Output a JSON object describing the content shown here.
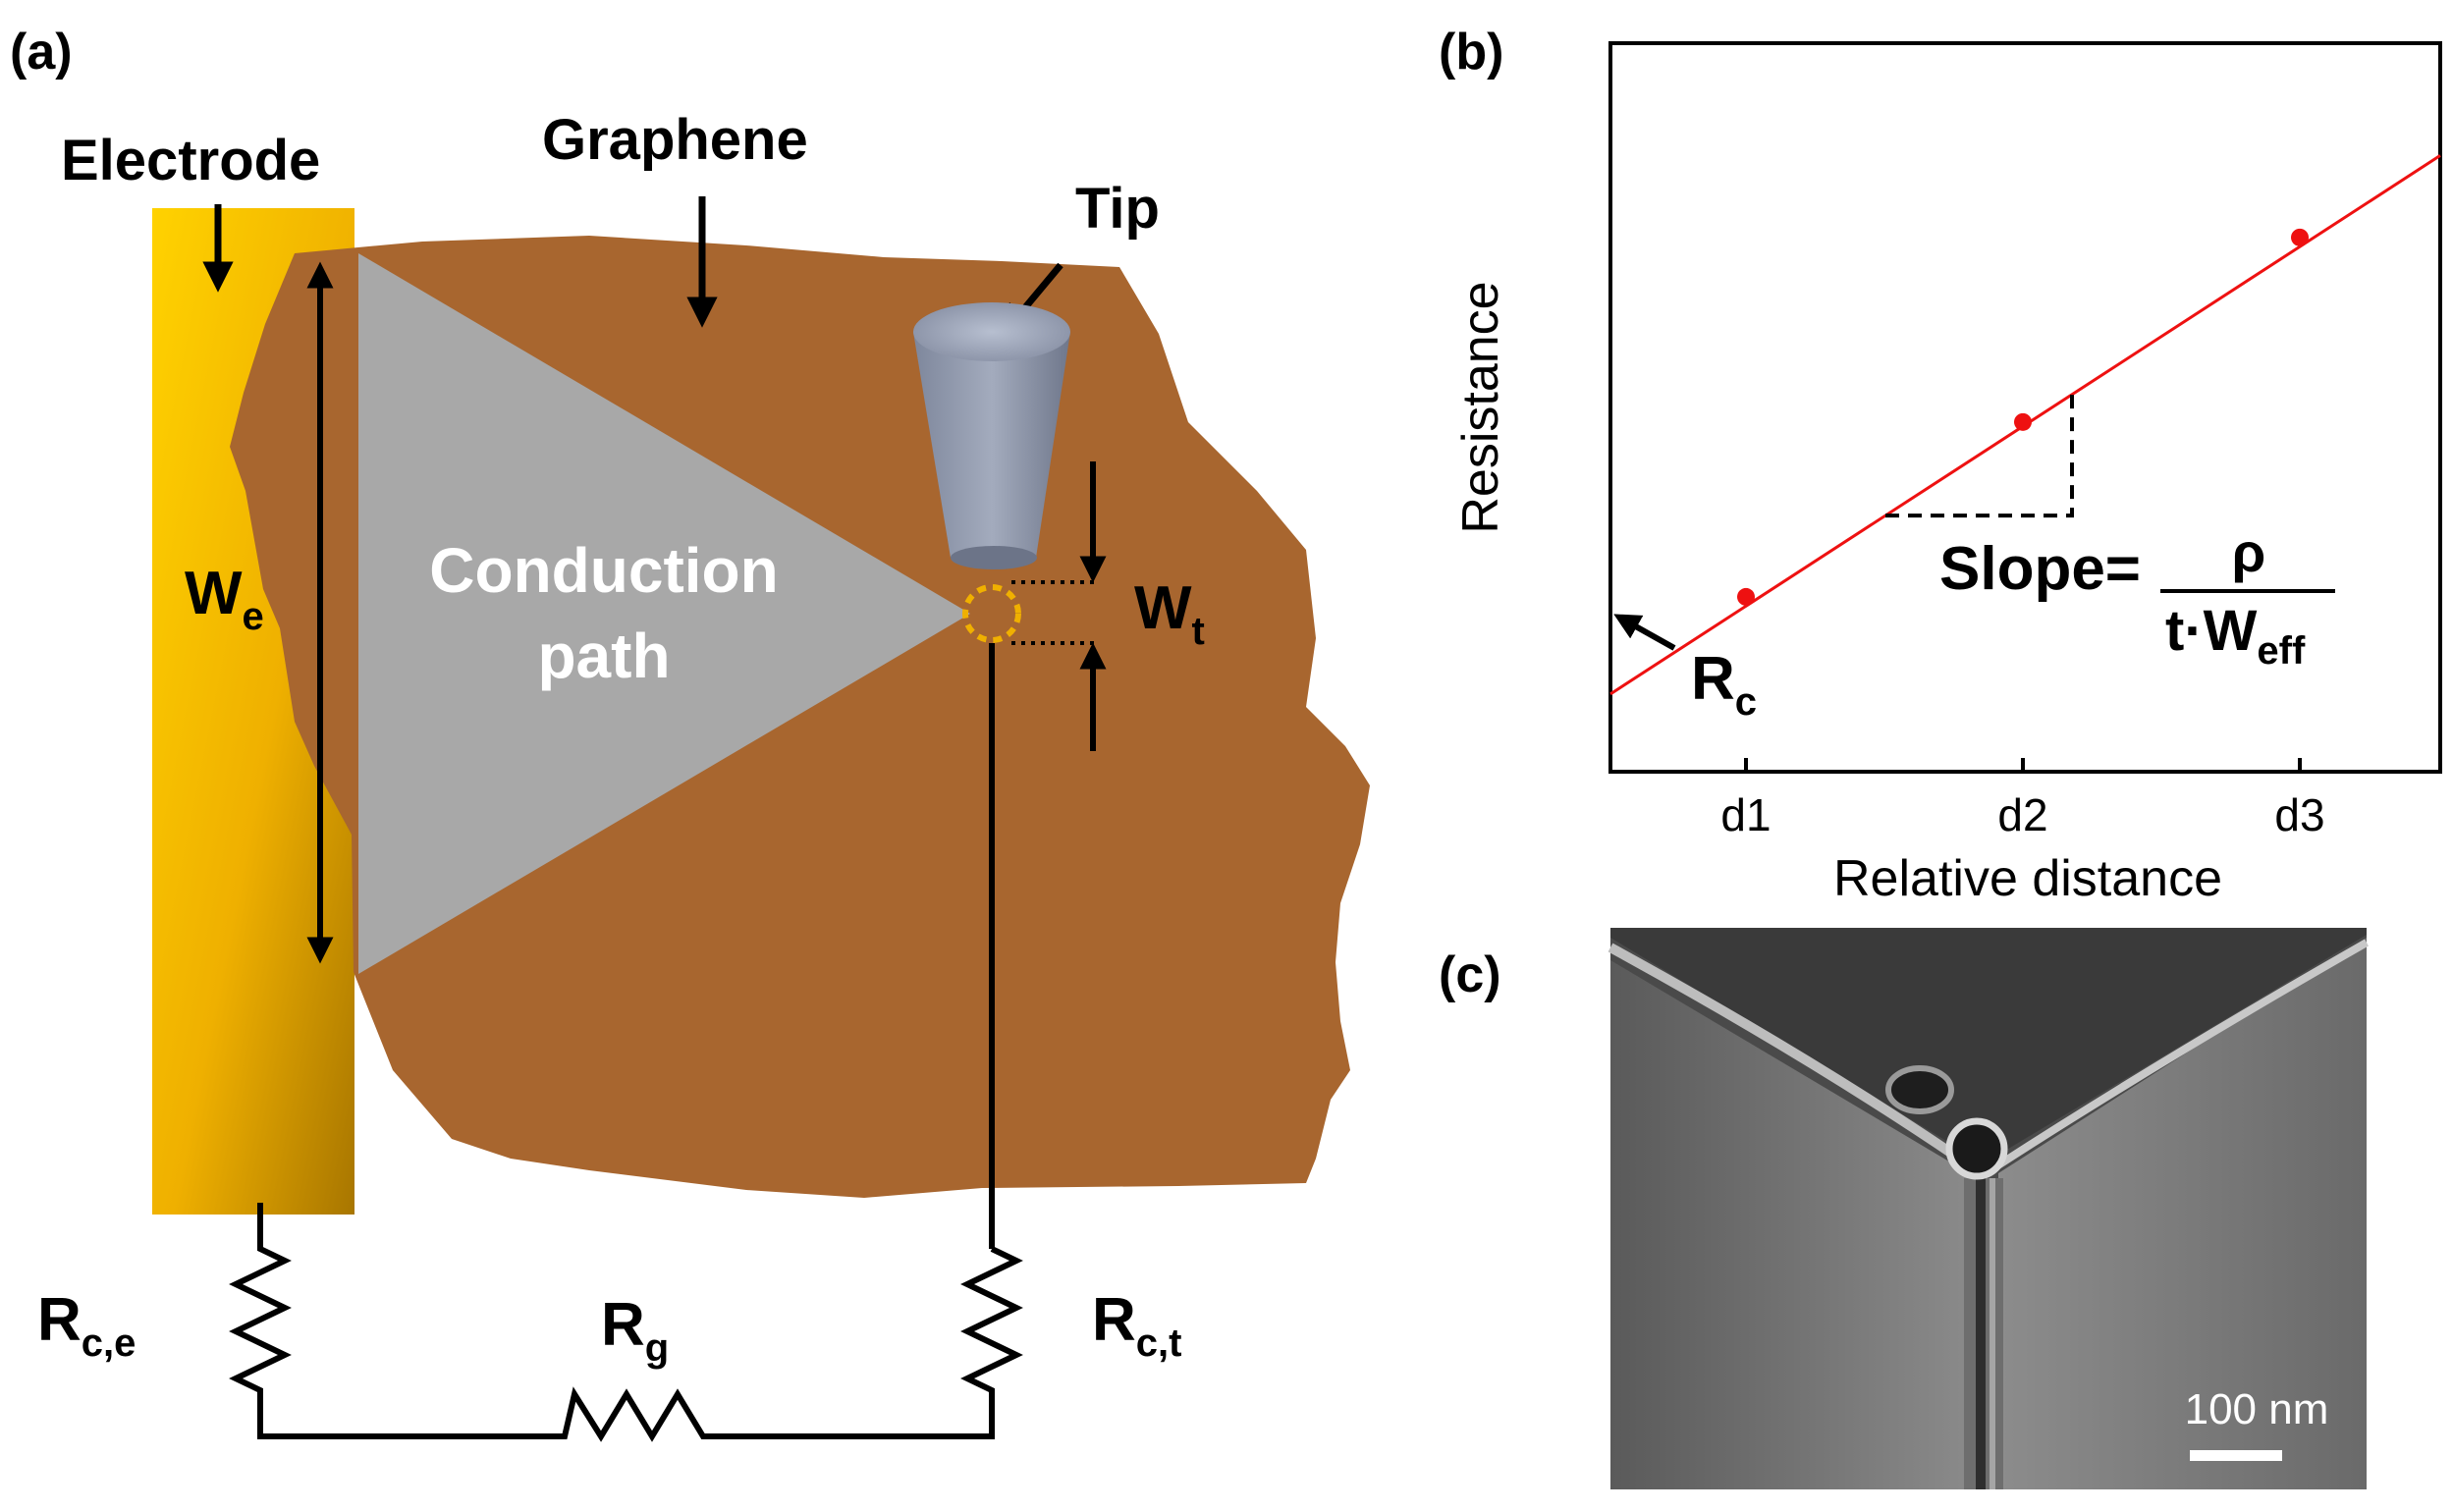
{
  "panel_a": {
    "label": "(a)",
    "electrode_label": "Electrode",
    "graphene_label": "Graphene",
    "tip_label": "Tip",
    "conduction_line1": "Conduction",
    "conduction_line2": "path",
    "we_main": "W",
    "we_sub": "e",
    "wt_main": "W",
    "wt_sub": "t",
    "rce_main": "R",
    "rce_sub": "c,e",
    "rg_main": "R",
    "rg_sub": "g",
    "rct_main": "R",
    "rct_sub": "c,t",
    "colors": {
      "electrode": "#F2B600",
      "graphene": "#A8662F",
      "conduction": "#A8A8A8",
      "tip": "#8A93A8",
      "contact_ring": "#F0B000"
    }
  },
  "panel_b": {
    "label": "(b)",
    "chart_data": {
      "type": "scatter",
      "xlabel": "Relative distance",
      "ylabel": "Resistance",
      "categories": [
        "d1",
        "d2",
        "d3"
      ],
      "points": [
        {
          "x": "d1",
          "y": 1.8
        },
        {
          "x": "d2",
          "y": 3.6
        },
        {
          "x": "d3",
          "y": 5.5
        }
      ],
      "fit_line": {
        "intercept": 0.8,
        "slope_per_step": 1.85
      },
      "ylim": [
        0,
        7.5
      ],
      "grid": false,
      "legend": "none",
      "intercept_label_main": "R",
      "intercept_label_sub": "c",
      "slope_label": "Slope=",
      "slope_numerator": "ρ",
      "slope_denominator_main": "t·W",
      "slope_denominator_sub": "eff",
      "colors": {
        "points": "#EE1111",
        "line": "#EE1111"
      }
    }
  },
  "panel_c": {
    "label": "(c)",
    "scale_bar_label": "100 nm"
  }
}
